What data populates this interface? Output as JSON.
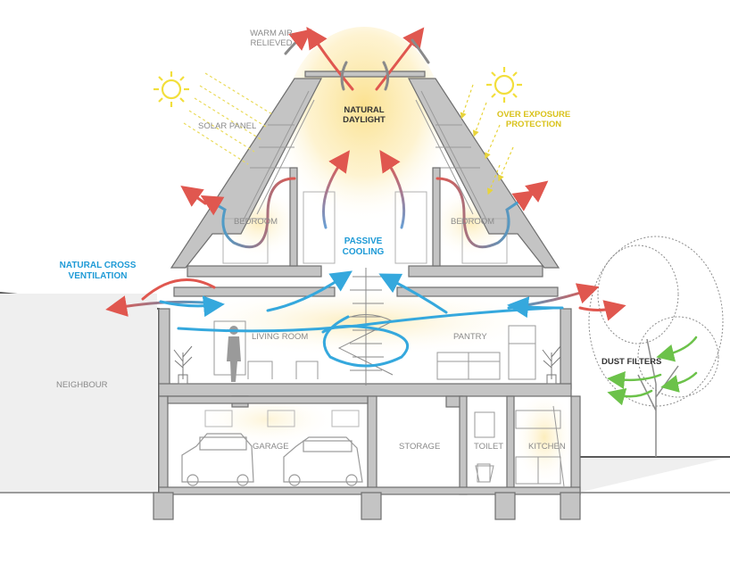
{
  "labels": {
    "warm_air_1": "WARM AIR",
    "warm_air_2": "RELIEVED",
    "natural_daylight_1": "NATURAL",
    "natural_daylight_2": "DAYLIGHT",
    "solar_panel": "SOLAR PANEL",
    "over_exposure_1": "OVER EXPOSURE",
    "over_exposure_2": "PROTECTION",
    "bedroom_left": "BEDROOM",
    "bedroom_right": "BEDROOM",
    "passive_cooling_1": "PASSIVE",
    "passive_cooling_2": "COOLING",
    "cross_ventilation_1": "NATURAL CROSS",
    "cross_ventilation_2": "VENTILATION",
    "living_room": "LIVING ROOM",
    "pantry": "PANTRY",
    "dust_filters": "DUST FILTERS",
    "neighbour": "NEIGHBOUR",
    "garage": "GARAGE",
    "storage": "STORAGE",
    "toilet": "TOILET",
    "kitchen": "KITCHEN"
  },
  "colors": {
    "warm_air_arrow": "#e0574f",
    "cool_air_arrow": "#35a8dd",
    "green_arrow": "#6cc24a",
    "sun": "#f2df3c",
    "daylight_glow": "#fbe49a",
    "wall_fill": "#bfbfbf",
    "structure": "#6e6e6e"
  },
  "icons": [
    "sun-icon",
    "tree-icon",
    "car-icon",
    "person-icon",
    "plant-icon",
    "staircase-icon"
  ]
}
